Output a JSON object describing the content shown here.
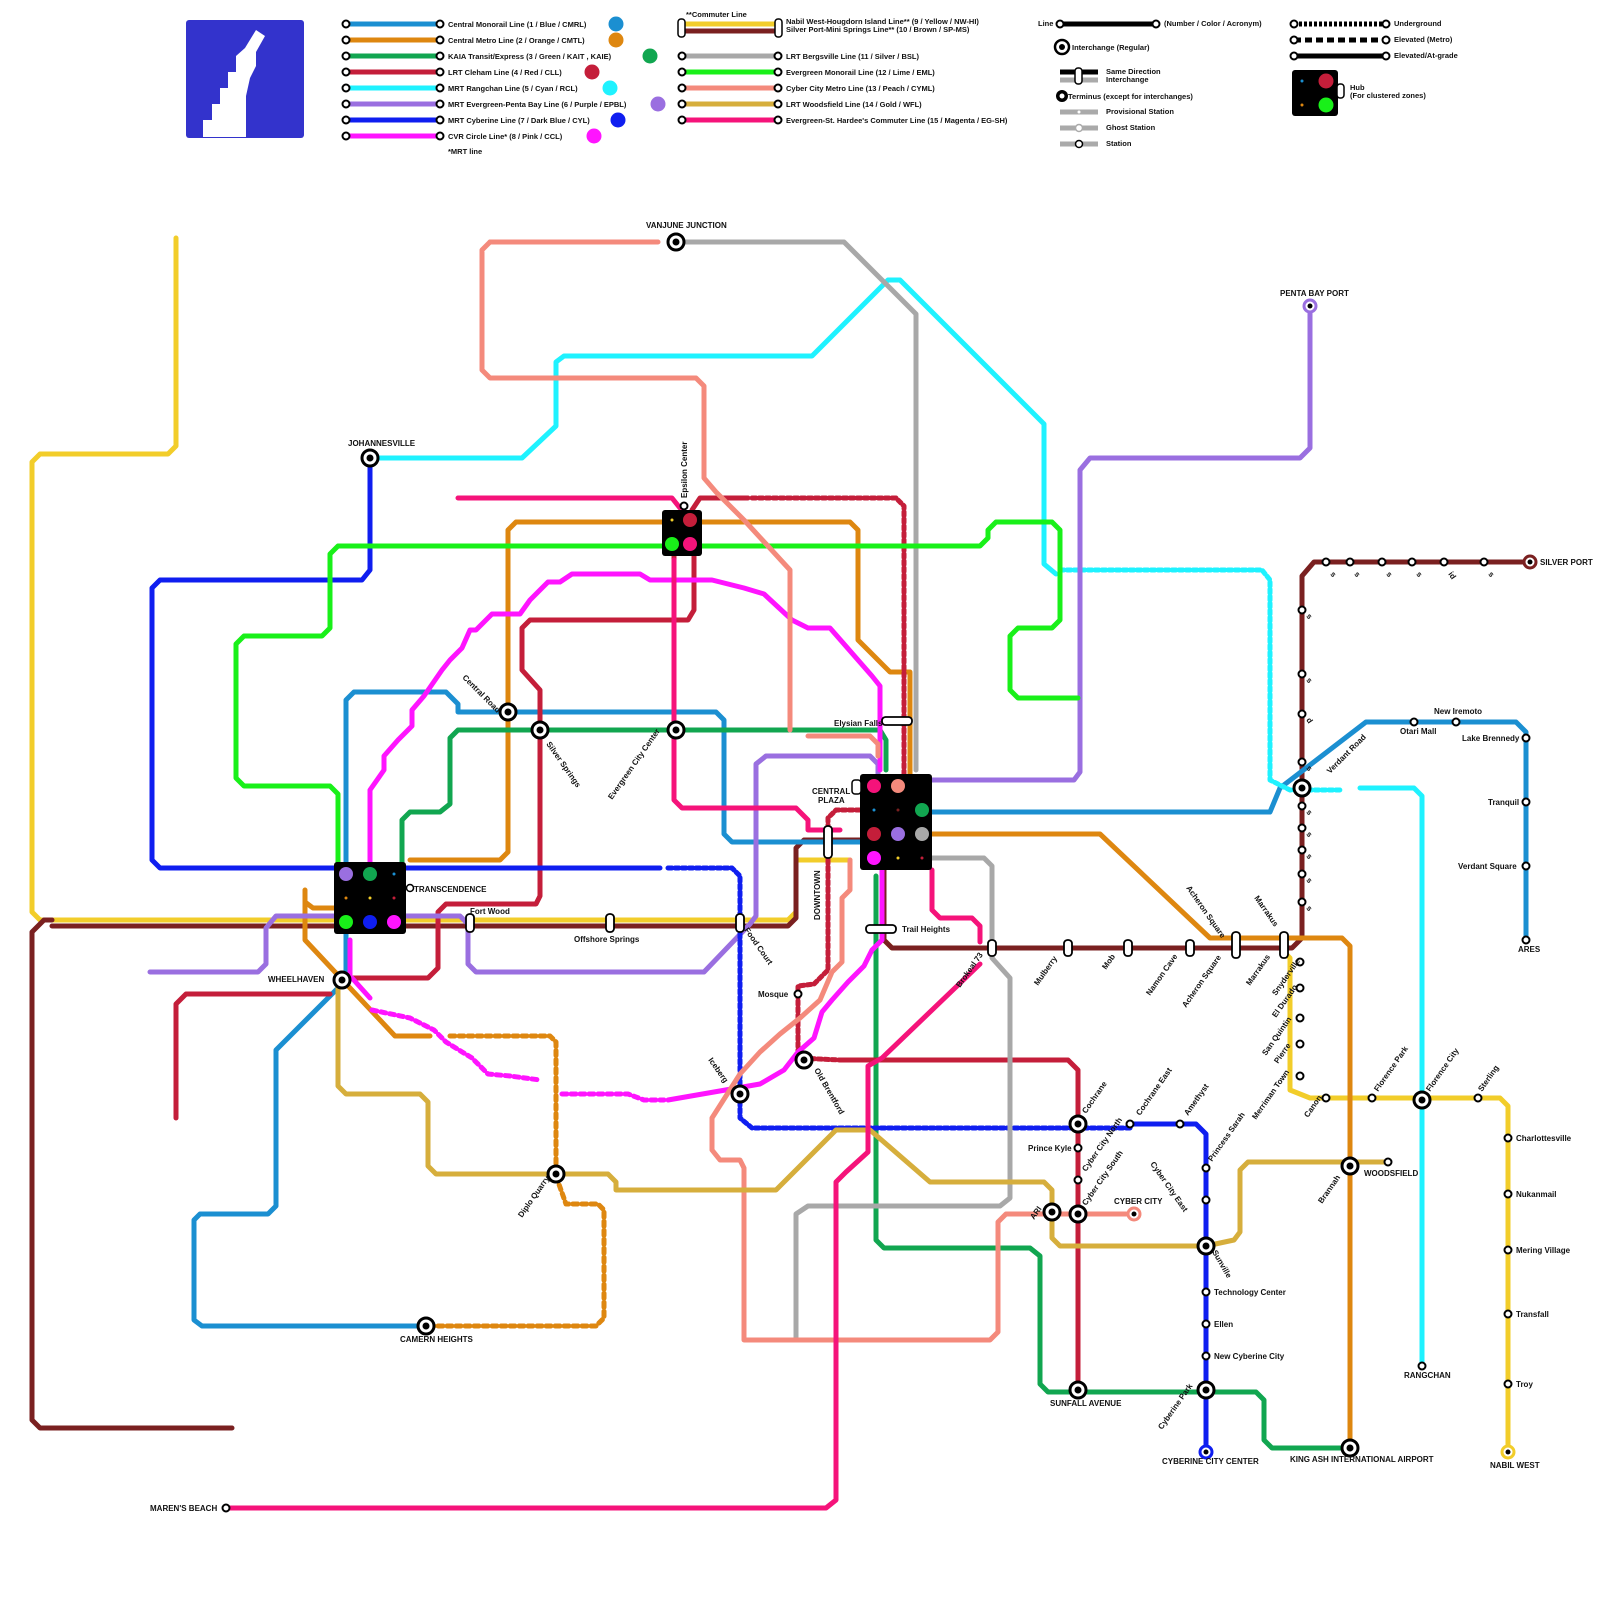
{
  "legend": {
    "lines_col1": [
      {
        "label": "Central Monorail Line (1 / Blue / CMRL)",
        "color": "#1b8fd1"
      },
      {
        "label": "Central Metro Line (2 / Orange / CMTL)",
        "color": "#de8710"
      },
      {
        "label": "KAIA Transit/Express (3 / Green / KAIT , KAIE)",
        "color": "#11a650"
      },
      {
        "label": "LRT Cleham Line (4 / Red / CLL)",
        "color": "#c41e3a"
      },
      {
        "label": "MRT Rangchan Line (5 / Cyan / RCL)",
        "color": "#1ff2ff"
      },
      {
        "label": "MRT Evergreen-Penta Bay Line (6 / Purple / EPBL)",
        "color": "#9a6fe0"
      },
      {
        "label": "MRT Cyberine Line (7 / Dark Blue / CYL)",
        "color": "#0f1ef0"
      },
      {
        "label": "CVR Circle Line* (8 / Pink / CCL)",
        "color": "#ff14ff"
      }
    ],
    "mrt_note": "*MRT line",
    "commuter_title": "**Commuter Line",
    "lines_col2": [
      {
        "label": "Nabil West-Hougdorn Island Line** (9 / Yellow / NW-HI)",
        "color": "#f2cd2a"
      },
      {
        "label": "Silver Port-Mini Springs Line** (10 / Brown / SP-MS)",
        "color": "#7a2020"
      },
      {
        "label": "LRT Bergsville Line (11 / Silver / BSL)",
        "color": "#a8a8a8"
      },
      {
        "label": "Evergreen Monorail Line (12 / Lime / EML)",
        "color": "#19f019"
      },
      {
        "label": "Cyber City Metro Line (13 / Peach / CYML)",
        "color": "#f48a7c"
      },
      {
        "label": "LRT Woodsfield Line (14 / Gold / WFL)",
        "color": "#d6ae3c"
      },
      {
        "label": "Evergreen-St. Hardee's Commuter Line (15 / Magenta / EG-SH)",
        "color": "#f5137a"
      }
    ],
    "symbols": {
      "line": "Line",
      "line_desc": "(Number / Color / Acronym)",
      "interchange": "Interchange (Regular)",
      "same_dir_1": "Same Direction",
      "same_dir_2": "Interchange",
      "terminus": "Terminus (except for interchanges)",
      "provisional": "Provisional Station",
      "ghost": "Ghost Station",
      "station": "Station",
      "underground": "Underground",
      "elevated_metro": "Elevated (Metro)",
      "elevated_grade": "Elevated/At-grade",
      "hub_1": "Hub",
      "hub_2": "(For clustered zones)"
    }
  },
  "stations": {
    "vanjune": "VANJUNE JUNCTION",
    "penta_bay": "PENTA BAY PORT",
    "johannesville": "JOHANNESVILLE",
    "epsilon": "Epsilon Center",
    "silver_port": "SILVER PORT",
    "central_road": "Central Road",
    "silver_springs": "Silver Springs",
    "evergreen_cc": "Evergreen City Center",
    "elysian": "Elysian Falls",
    "central_plaza_1": "CENTRAL",
    "central_plaza_2": "PLAZA",
    "new_iremoto": "New Iremoto",
    "otari": "Otari Mall",
    "lake_brennedy": "Lake Brennedy",
    "verdant_road": "Verdant Road",
    "tranquil": "Tranquil",
    "verdant_square": "Verdant Square",
    "ares": "ARES",
    "transcendence": "TRANSCENDENCE",
    "fort_wood": "Fort Wood",
    "offshore": "Offshore Springs",
    "food_court": "Food Court",
    "downtown": "DOWNTOWN",
    "trail_heights": "Trail Heights",
    "brokeal": "Brokeal 73",
    "mulberry": "Mulberry",
    "mob": "Mob",
    "namon_cave": "Namon Cave",
    "acheron_top": "Acheron Square",
    "acheron_bottom": "Acheron Square",
    "marrakus_top": "Marrakus",
    "marrakus_bottom": "Marrakus",
    "snyderville": "Snyderville",
    "el_durado": "El Durado",
    "san_quintin": "San Quintin",
    "pierre": "Pierre",
    "merriman": "Merriman Town",
    "canon": "Canon",
    "florence_park": "Florence Park",
    "florence_city": "Florence City",
    "sterling": "Sterling",
    "charlottesville": "Charlottesville",
    "nukanmail": "Nukanmail",
    "mering": "Mering Village",
    "transfall": "Transfall",
    "troy": "Troy",
    "nabil_west": "NABIL WEST",
    "rangchan": "RANGCHAN",
    "wheelhaven": "WHEELHAVEN",
    "mosque": "Mosque",
    "iceberg": "Iceberg",
    "old_brentford": "Old Brentford",
    "diplo_quarry": "Diplo Quarry",
    "camern_heights": "CAMERN HEIGHTS",
    "marens_beach": "MAREN'S BEACH",
    "cochrane": "Cochrane",
    "cochrane_east": "Cochrane East",
    "amethyst": "Amethyst",
    "prince_kyle": "Prince Kyle",
    "cc_north": "Cyber City North",
    "cc_south": "Cyber City South",
    "cc_east": "Cyber City East",
    "cyber_city": "CYBER CITY",
    "ari": "ARI",
    "princess_sarah": "Princess Sarah",
    "sunville": "Sunville",
    "tech_center": "Technology Center",
    "ellen": "Ellen",
    "new_cyberine": "New Cyberine City",
    "cyberine_park": "Cyberine Park",
    "cyberine_center": "CYBERINE CITY CENTER",
    "sunfall": "SUNFALL AVENUE",
    "brannah": "Brannah",
    "woodsfield": "WOODSFIELD",
    "king_ash": "KING ASH INTERNATIONAL AIRPORT",
    "sp_stop": "s",
    "sp_d": "d",
    "sp_id": "id"
  }
}
